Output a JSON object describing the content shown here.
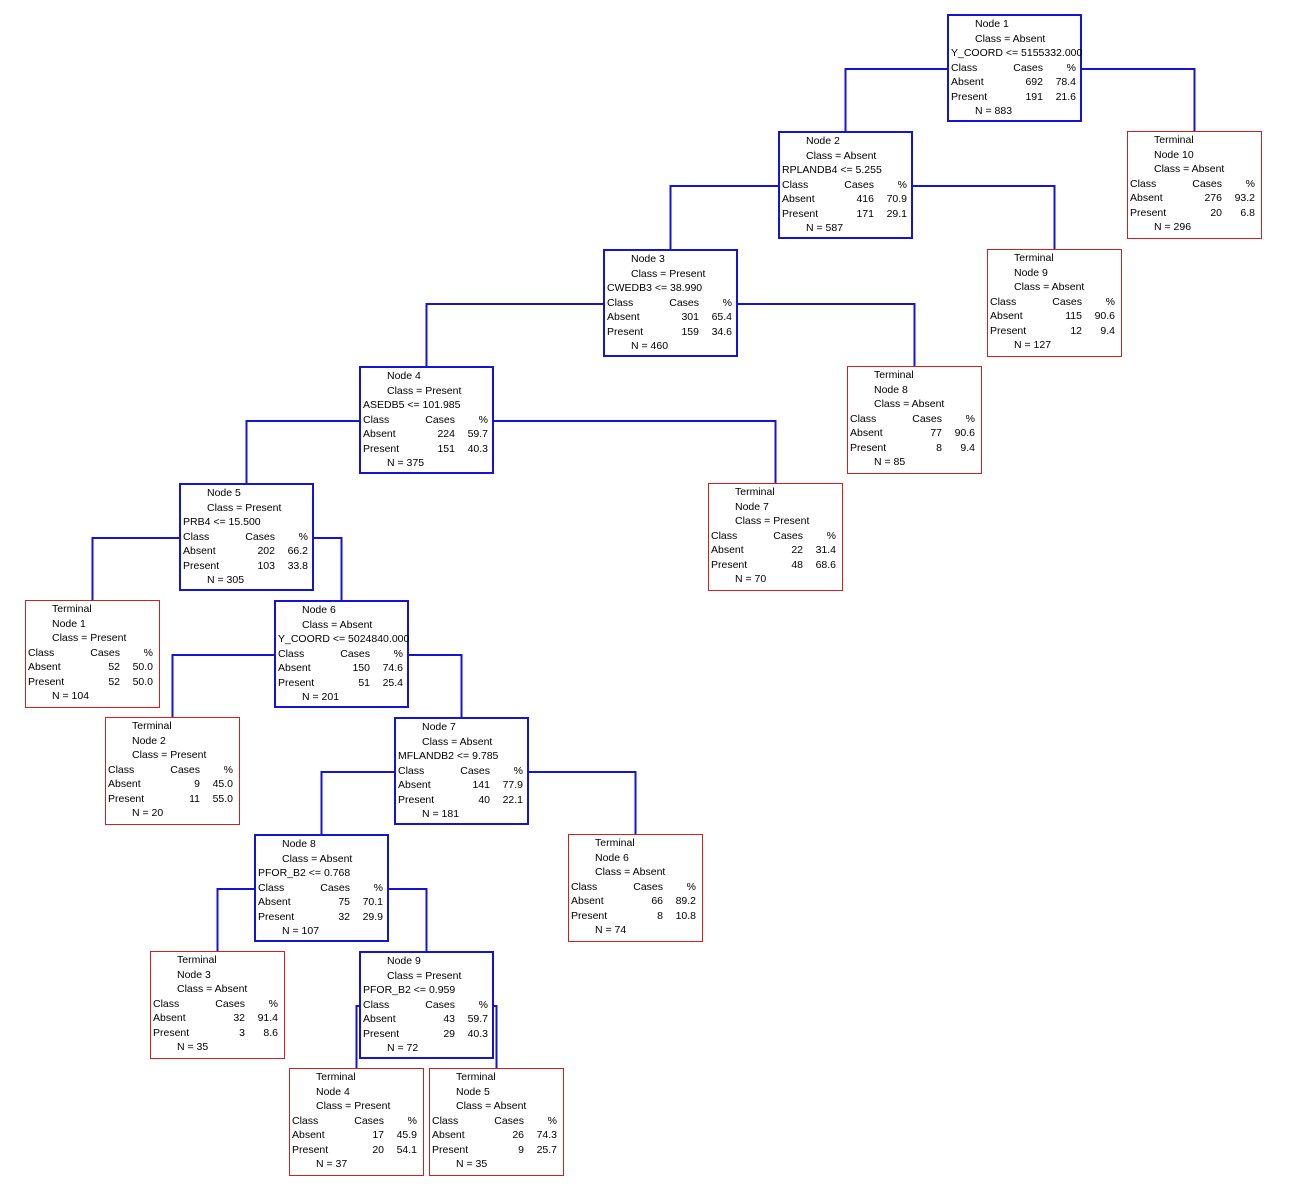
{
  "nodes": [
    {
      "id": "n1",
      "type": "split",
      "l1": "Node 1",
      "l2": "Class = Absent",
      "rule": "Y_COORD <= 5155332.000",
      "h": {
        "c": "Class",
        "k": "Cases",
        "p": "%"
      },
      "r1": {
        "c": "Absent",
        "k": "692",
        "p": "78.4"
      },
      "r2": {
        "c": "Present",
        "k": "191",
        "p": "21.6"
      },
      "n": "N = 883"
    },
    {
      "id": "n2",
      "type": "split",
      "l1": "Node 2",
      "l2": "Class = Absent",
      "rule": "RPLANDB4 <=  5.255",
      "h": {
        "c": "Class",
        "k": "Cases",
        "p": "%"
      },
      "r1": {
        "c": "Absent",
        "k": "416",
        "p": "70.9"
      },
      "r2": {
        "c": "Present",
        "k": "171",
        "p": "29.1"
      },
      "n": "N = 587"
    },
    {
      "id": "t10",
      "type": "terminal",
      "l0": "Terminal",
      "l1": "Node 10",
      "l2": "Class = Absent",
      "h": {
        "c": "Class",
        "k": "Cases",
        "p": "%"
      },
      "r1": {
        "c": "Absent",
        "k": "276",
        "p": "93.2"
      },
      "r2": {
        "c": "Present",
        "k": "20",
        "p": "6.8"
      },
      "n": "N = 296"
    },
    {
      "id": "n3",
      "type": "split",
      "l1": "Node 3",
      "l2": "Class = Present",
      "rule": "CWEDB3 <= 38.990",
      "h": {
        "c": "Class",
        "k": "Cases",
        "p": "%"
      },
      "r1": {
        "c": "Absent",
        "k": "301",
        "p": "65.4"
      },
      "r2": {
        "c": "Present",
        "k": "159",
        "p": "34.6"
      },
      "n": "N = 460"
    },
    {
      "id": "t9",
      "type": "terminal",
      "l0": "Terminal",
      "l1": "Node 9",
      "l2": "Class = Absent",
      "h": {
        "c": "Class",
        "k": "Cases",
        "p": "%"
      },
      "r1": {
        "c": "Absent",
        "k": "115",
        "p": "90.6"
      },
      "r2": {
        "c": "Present",
        "k": "12",
        "p": "9.4"
      },
      "n": "N = 127"
    },
    {
      "id": "n4",
      "type": "split",
      "l1": "Node 4",
      "l2": "Class = Present",
      "rule": "ASEDB5 <= 101.985",
      "h": {
        "c": "Class",
        "k": "Cases",
        "p": "%"
      },
      "r1": {
        "c": "Absent",
        "k": "224",
        "p": "59.7"
      },
      "r2": {
        "c": "Present",
        "k": "151",
        "p": "40.3"
      },
      "n": "N = 375"
    },
    {
      "id": "t8",
      "type": "terminal",
      "l0": "Terminal",
      "l1": "Node 8",
      "l2": "Class = Absent",
      "h": {
        "c": "Class",
        "k": "Cases",
        "p": "%"
      },
      "r1": {
        "c": "Absent",
        "k": "77",
        "p": "90.6"
      },
      "r2": {
        "c": "Present",
        "k": "8",
        "p": "9.4"
      },
      "n": "N = 85"
    },
    {
      "id": "n5",
      "type": "split",
      "l1": "Node 5",
      "l2": "Class = Present",
      "rule": "PRB4 <= 15.500",
      "h": {
        "c": "Class",
        "k": "Cases",
        "p": "%"
      },
      "r1": {
        "c": "Absent",
        "k": "202",
        "p": "66.2"
      },
      "r2": {
        "c": "Present",
        "k": "103",
        "p": "33.8"
      },
      "n": "N = 305"
    },
    {
      "id": "t7",
      "type": "terminal",
      "l0": "Terminal",
      "l1": "Node 7",
      "l2": "Class = Present",
      "h": {
        "c": "Class",
        "k": "Cases",
        "p": "%"
      },
      "r1": {
        "c": "Absent",
        "k": "22",
        "p": "31.4"
      },
      "r2": {
        "c": "Present",
        "k": "48",
        "p": "68.6"
      },
      "n": "N = 70"
    },
    {
      "id": "t1",
      "type": "terminal",
      "l0": "Terminal",
      "l1": "Node 1",
      "l2": "Class = Present",
      "h": {
        "c": "Class",
        "k": "Cases",
        "p": "%"
      },
      "r1": {
        "c": "Absent",
        "k": "52",
        "p": "50.0"
      },
      "r2": {
        "c": "Present",
        "k": "52",
        "p": "50.0"
      },
      "n": "N = 104"
    },
    {
      "id": "n6",
      "type": "split",
      "l1": "Node 6",
      "l2": "Class = Absent",
      "rule": "Y_COORD <= 5024840.000",
      "h": {
        "c": "Class",
        "k": "Cases",
        "p": "%"
      },
      "r1": {
        "c": "Absent",
        "k": "150",
        "p": "74.6"
      },
      "r2": {
        "c": "Present",
        "k": "51",
        "p": "25.4"
      },
      "n": "N = 201"
    },
    {
      "id": "t2",
      "type": "terminal",
      "l0": "Terminal",
      "l1": "Node 2",
      "l2": "Class = Present",
      "h": {
        "c": "Class",
        "k": "Cases",
        "p": "%"
      },
      "r1": {
        "c": "Absent",
        "k": "9",
        "p": "45.0"
      },
      "r2": {
        "c": "Present",
        "k": "11",
        "p": "55.0"
      },
      "n": "N = 20"
    },
    {
      "id": "n7",
      "type": "split",
      "l1": "Node 7",
      "l2": "Class = Absent",
      "rule": "MFLANDB2 <=  9.785",
      "h": {
        "c": "Class",
        "k": "Cases",
        "p": "%"
      },
      "r1": {
        "c": "Absent",
        "k": "141",
        "p": "77.9"
      },
      "r2": {
        "c": "Present",
        "k": "40",
        "p": "22.1"
      },
      "n": "N = 181"
    },
    {
      "id": "n8",
      "type": "split",
      "l1": "Node 8",
      "l2": "Class = Absent",
      "rule": "PFOR_B2 <=  0.768",
      "h": {
        "c": "Class",
        "k": "Cases",
        "p": "%"
      },
      "r1": {
        "c": "Absent",
        "k": "75",
        "p": "70.1"
      },
      "r2": {
        "c": "Present",
        "k": "32",
        "p": "29.9"
      },
      "n": "N = 107"
    },
    {
      "id": "t6",
      "type": "terminal",
      "l0": "Terminal",
      "l1": "Node 6",
      "l2": "Class = Absent",
      "h": {
        "c": "Class",
        "k": "Cases",
        "p": "%"
      },
      "r1": {
        "c": "Absent",
        "k": "66",
        "p": "89.2"
      },
      "r2": {
        "c": "Present",
        "k": "8",
        "p": "10.8"
      },
      "n": "N = 74"
    },
    {
      "id": "t3",
      "type": "terminal",
      "l0": "Terminal",
      "l1": "Node 3",
      "l2": "Class = Absent",
      "h": {
        "c": "Class",
        "k": "Cases",
        "p": "%"
      },
      "r1": {
        "c": "Absent",
        "k": "32",
        "p": "91.4"
      },
      "r2": {
        "c": "Present",
        "k": "3",
        "p": "8.6"
      },
      "n": "N = 35"
    },
    {
      "id": "n9",
      "type": "split",
      "l1": "Node 9",
      "l2": "Class = Present",
      "rule": "PFOR_B2 <=  0.959",
      "h": {
        "c": "Class",
        "k": "Cases",
        "p": "%"
      },
      "r1": {
        "c": "Absent",
        "k": "43",
        "p": "59.7"
      },
      "r2": {
        "c": "Present",
        "k": "29",
        "p": "40.3"
      },
      "n": "N = 72"
    },
    {
      "id": "t4",
      "type": "terminal",
      "l0": "Terminal",
      "l1": "Node 4",
      "l2": "Class = Present",
      "h": {
        "c": "Class",
        "k": "Cases",
        "p": "%"
      },
      "r1": {
        "c": "Absent",
        "k": "17",
        "p": "45.9"
      },
      "r2": {
        "c": "Present",
        "k": "20",
        "p": "54.1"
      },
      "n": "N = 37"
    },
    {
      "id": "t5",
      "type": "terminal",
      "l0": "Terminal",
      "l1": "Node 5",
      "l2": "Class = Absent",
      "h": {
        "c": "Class",
        "k": "Cases",
        "p": "%"
      },
      "r1": {
        "c": "Absent",
        "k": "26",
        "p": "74.3"
      },
      "r2": {
        "c": "Present",
        "k": "9",
        "p": "25.7"
      },
      "n": "N = 35"
    }
  ],
  "edges": [
    [
      "n1",
      "n2"
    ],
    [
      "n1",
      "t10"
    ],
    [
      "n2",
      "n3"
    ],
    [
      "n2",
      "t9"
    ],
    [
      "n3",
      "n4"
    ],
    [
      "n3",
      "t8"
    ],
    [
      "n4",
      "n5"
    ],
    [
      "n4",
      "t7"
    ],
    [
      "n5",
      "t1"
    ],
    [
      "n5",
      "n6"
    ],
    [
      "n6",
      "t2"
    ],
    [
      "n6",
      "n7"
    ],
    [
      "n7",
      "n8"
    ],
    [
      "n7",
      "t6"
    ],
    [
      "n8",
      "t3"
    ],
    [
      "n8",
      "n9"
    ],
    [
      "n9",
      "t4"
    ],
    [
      "n9",
      "t5"
    ]
  ],
  "colors": {
    "split_border": "#1414d2",
    "terminal_border": "#d22020",
    "edge": "#1414d2"
  }
}
